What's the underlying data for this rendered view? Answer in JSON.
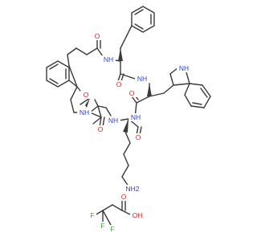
{
  "molecule": {
    "atoms": {
      "o_top": "O",
      "nh_phe": "NH",
      "o_phe": "O",
      "nh_trp": "NH",
      "nh_indole": "NH",
      "o_trp": "O",
      "o_ring": "O",
      "nh_left": "NH",
      "o_left": "O",
      "nh_mid": "NH",
      "nh_lys": "NH",
      "o_lys": "O",
      "nh2": "NH2",
      "f1": "F",
      "f2": "F",
      "f3": "F",
      "o_tfa": "O",
      "oh_tfa": "OH"
    }
  }
}
